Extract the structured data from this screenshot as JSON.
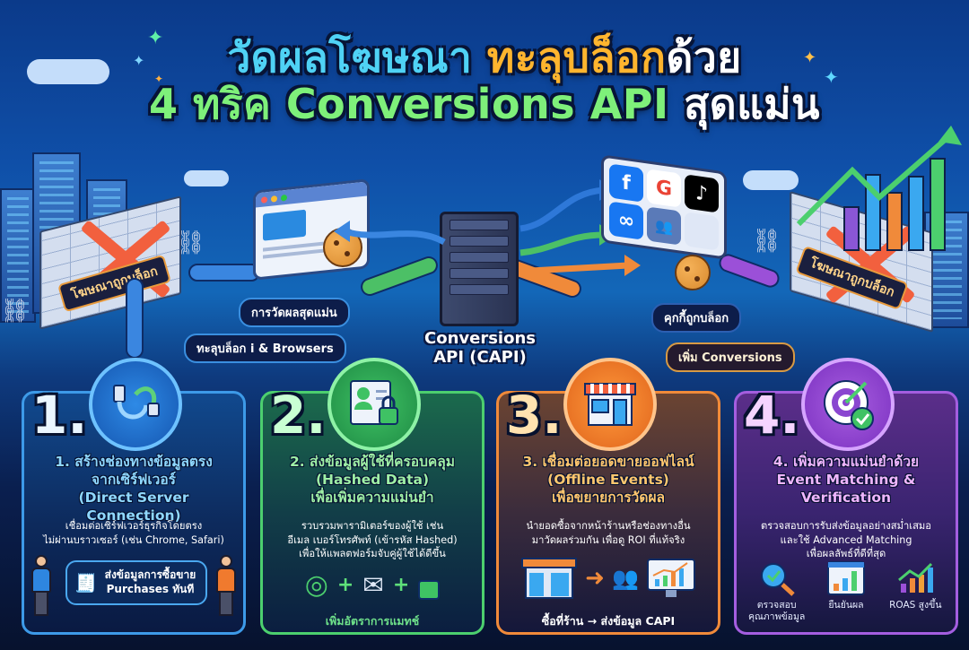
{
  "title": {
    "line1_part1": "วัดผลโฆษณา",
    "line1_part2": "ทะลุบล็อก",
    "line1_part3": "ด้วย",
    "line2_part1": "4 ทริค",
    "line2_part2": "Conversions API",
    "line2_part3": "สุดแม่น"
  },
  "scene": {
    "blocked_ad_left": "โฆษณาถูกบล็อก",
    "blocked_ad_right": "โฆษณาถูกบล็อก",
    "bubble_accurate": "การวัดผลสุดแม่น",
    "bubble_bypass": "ทะลุบล็อก i & Browsers",
    "bubble_cookie_blocked": "คุกกี้ถูกบล็อก",
    "bubble_more_conversions": "เพิ่ม Conversions",
    "capi_label_line1": "Conversions",
    "capi_label_line2": "API (CAPI)",
    "platforms": [
      {
        "name": "facebook",
        "glyph": "f",
        "color": "#1877f2"
      },
      {
        "name": "google",
        "glyph": "G",
        "color": "#ea4335"
      },
      {
        "name": "tiktok",
        "glyph": "♪",
        "color": "#000000"
      },
      {
        "name": "meta",
        "glyph": "∞",
        "color": "#1877f2"
      },
      {
        "name": "audience",
        "glyph": "👥",
        "color": "#5a7ab8"
      }
    ]
  },
  "colors": {
    "card1": "#3d9ae8",
    "card2": "#4ccf6e",
    "card3": "#f08a3a",
    "card4": "#a45ee0",
    "title_cyan": "#4fd2f5",
    "title_orange": "#ffb52e",
    "title_green": "#7ef07a"
  },
  "cards": [
    {
      "number": "1.",
      "title_lines": [
        "1. สร้างช่องทางข้อมูลตรง",
        "จากเซิร์ฟเวอร์",
        "(Direct Server Connection)"
      ],
      "desc_lines": [
        "เชื่อมต่อเซิร์ฟเวอร์ธุรกิจโดยตรง",
        "ไม่ผ่านบราวเซอร์ (เช่น Chrome, Safari)"
      ],
      "box_lines": [
        "ส่งข้อมูลการซื้อขาย",
        "Purchases ทันที"
      ]
    },
    {
      "number": "2.",
      "title_lines": [
        "2. ส่งข้อมูลผู้ใช้ที่ครอบคลุม",
        "(Hashed Data)",
        "เพื่อเพิ่มความแม่นยำ"
      ],
      "desc_lines": [
        "รวบรวมพารามิเตอร์ของผู้ใช้ เช่น",
        "อีเมล เบอร์โทรศัพท์ (เข้ารหัส Hashed)",
        "เพื่อให้แพลตฟอร์มจับคู่ผู้ใช้ได้ดีขึ้น"
      ],
      "caption": "เพิ่มอัตราการแมทช์"
    },
    {
      "number": "3.",
      "title_lines": [
        "3. เชื่อมต่อยอดขายออฟไลน์",
        "(Offline Events)",
        "เพื่อขยายการวัดผล"
      ],
      "desc_lines": [
        "นำยอดซื้อจากหน้าร้านหรือช่องทางอื่น",
        "มาวัดผลร่วมกัน เพื่อดู ROI ที่แท้จริง"
      ],
      "caption": "ซื้อที่ร้าน → ส่งข้อมูล CAPI"
    },
    {
      "number": "4.",
      "title_lines": [
        "4. เพิ่มความแม่นยำด้วย",
        "Event Matching &",
        "Verification"
      ],
      "desc_lines": [
        "ตรวจสอบการรับส่งข้อมูลอย่างสม่ำเสมอ",
        "และใช้ Advanced Matching",
        "เพื่อผลลัพธ์ที่ดีที่สุด"
      ],
      "icons": [
        {
          "label_lines": [
            "ตรวจสอบ",
            "คุณภาพข้อมูล"
          ]
        },
        {
          "label_lines": [
            "ยืนยันผล"
          ]
        },
        {
          "label_lines": [
            "ROAS สูงขึ้น"
          ]
        }
      ]
    }
  ]
}
